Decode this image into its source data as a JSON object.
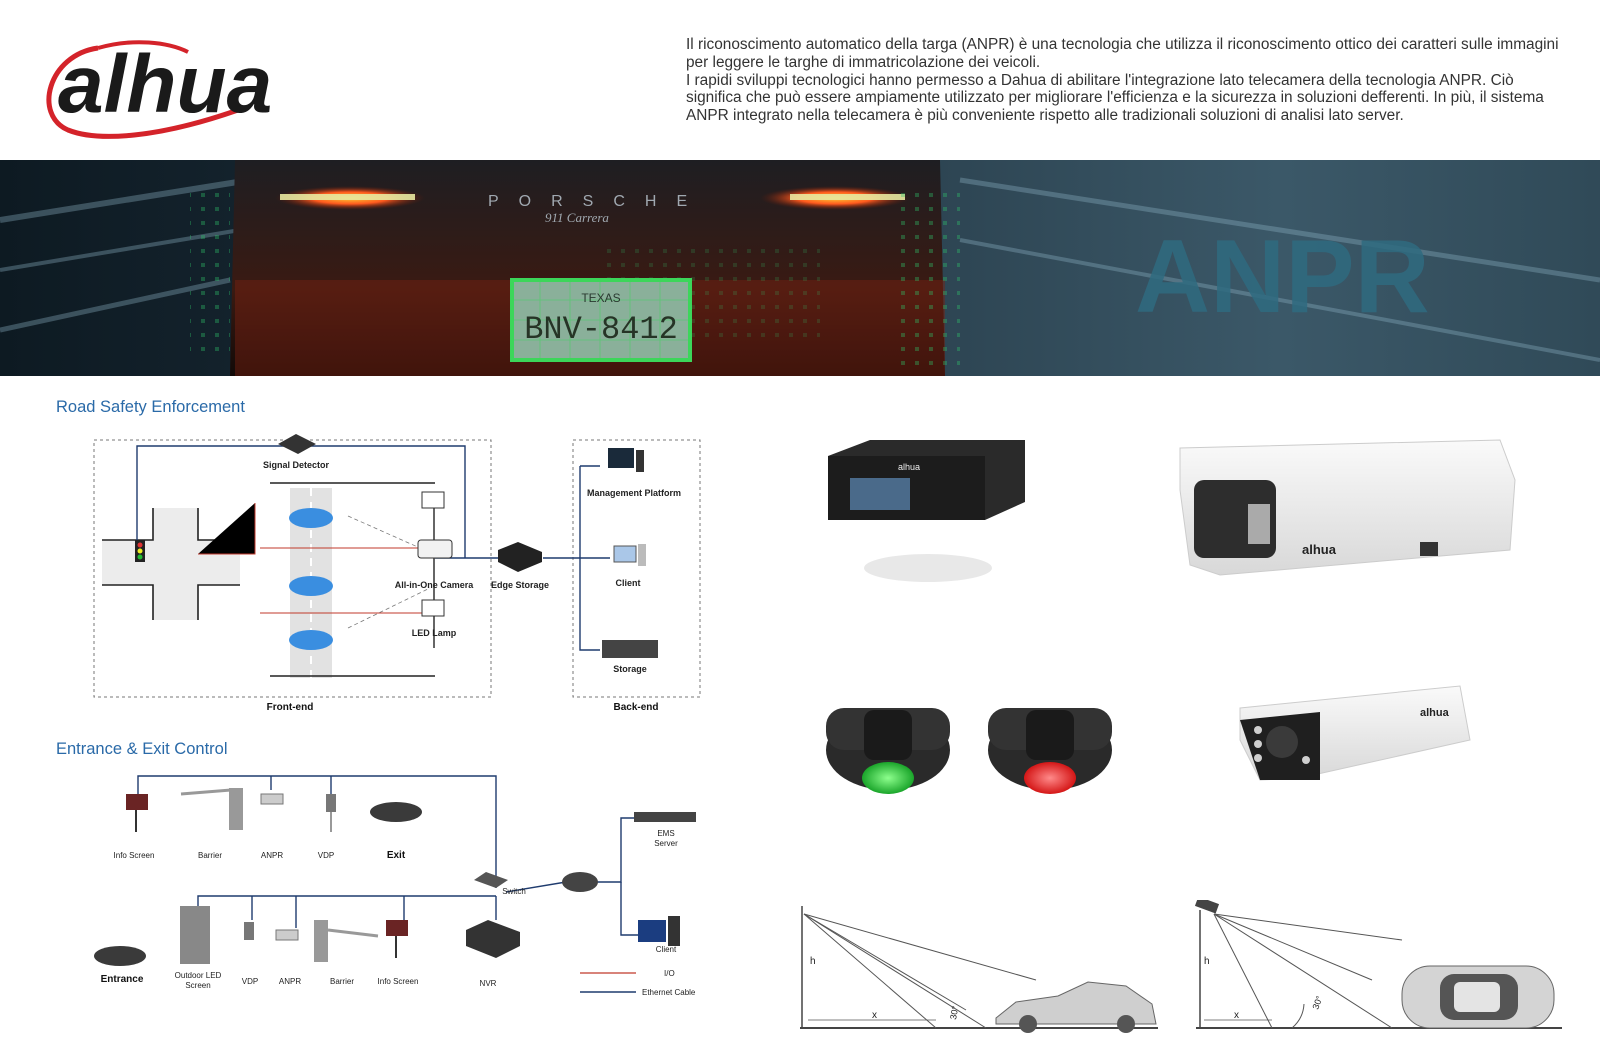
{
  "header": {
    "logo_text": "alhua",
    "intro_line_1": "Il riconoscimento automatico della targa (ANPR) è una tecnologia che utilizza il riconoscimento ottico dei caratteri sulle immagini per leggere le targhe di immatricolazione dei veicoli.",
    "intro_line_2": "I rapidi sviluppi tecnologici hanno permesso a Dahua di abilitare l'integrazione lato telecamera della tecnologia ANPR. Ciò significa che può essere ampiamente utilizzato per migliorare l'efficienza e la sicurezza in soluzioni defferenti. In più, il sistema ANPR integrato nella telecamera è più conveniente rispetto alle tradizionali soluzioni di analisi lato server."
  },
  "banner": {
    "title": "ANPR",
    "brand": "PORSCHE",
    "model": "911 Carrera",
    "plate_state": "TEXAS",
    "plate_number": "BNV-8412"
  },
  "road_safety": {
    "title": "Road Safety Enforcement",
    "signal_detector": "Signal Detector",
    "all_in_one_camera": "All-in-One Camera",
    "led_lamp": "LED Lamp",
    "edge_storage": "Edge Storage",
    "management_platform": "Management Platform",
    "client": "Client",
    "storage": "Storage",
    "front_end": "Front-end",
    "back_end": "Back-end"
  },
  "entrance_exit": {
    "title": "Entrance & Exit Control",
    "top_info_screen": "Info Screen",
    "top_barrier": "Barrier",
    "top_anpr": "ANPR",
    "top_vdp": "VDP",
    "exit": "Exit",
    "entrance": "Entrance",
    "outdoor_led_1": "Outdoor LED",
    "outdoor_led_2": "Screen",
    "bot_vdp": "VDP",
    "bot_anpr": "ANPR",
    "bot_barrier": "Barrier",
    "bot_info_screen": "Info Screen",
    "nvr": "NVR",
    "switch": "Switch",
    "ems_1": "EMS",
    "ems_2": "Server",
    "client": "Client",
    "legend_io": "I/O",
    "legend_eth": "Ethernet Cable"
  },
  "products": {
    "brand": "alhua"
  },
  "install": {
    "h1": "h",
    "x1": "x",
    "a1": "30°",
    "h2": "h",
    "x2": "x",
    "a2": "30°"
  },
  "colors": {
    "brand_red": "#d4232a",
    "title_blue": "#2a6aa8",
    "line_navy": "#1f3b6e",
    "io_red": "#c0392b"
  }
}
